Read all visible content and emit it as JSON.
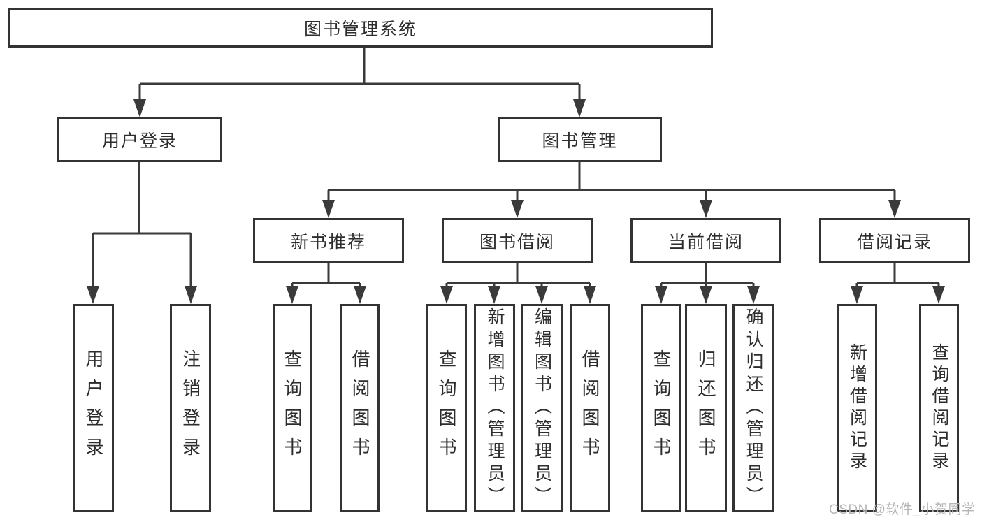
{
  "tree": {
    "root": {
      "label": "图书管理系统",
      "children": [
        {
          "label": "用户登录",
          "children": [
            {
              "label": "用户登录"
            },
            {
              "label": "注销登录"
            }
          ]
        },
        {
          "label": "图书管理",
          "children": [
            {
              "label": "新书推荐",
              "children": [
                {
                  "label": "查询图书"
                },
                {
                  "label": "借阅图书"
                }
              ]
            },
            {
              "label": "图书借阅",
              "children": [
                {
                  "label": "查询图书"
                },
                {
                  "label": "新增图书（管理员）"
                },
                {
                  "label": "编辑图书（管理员）"
                },
                {
                  "label": "借阅图书"
                }
              ]
            },
            {
              "label": "当前借阅",
              "children": [
                {
                  "label": "查询图书"
                },
                {
                  "label": "归还图书"
                },
                {
                  "label": "确认归还（管理员）"
                }
              ]
            },
            {
              "label": "借阅记录",
              "children": [
                {
                  "label": "新增借阅记录"
                },
                {
                  "label": "查询借阅记录"
                }
              ]
            }
          ]
        }
      ]
    }
  },
  "watermark": {
    "text": "CSDN @软件_小贺同学"
  },
  "colors": {
    "line": "#3a3a3a",
    "border": "#333333",
    "text": "#2d2d2d",
    "watermark": "#b5b5b5",
    "background": "#ffffff"
  }
}
